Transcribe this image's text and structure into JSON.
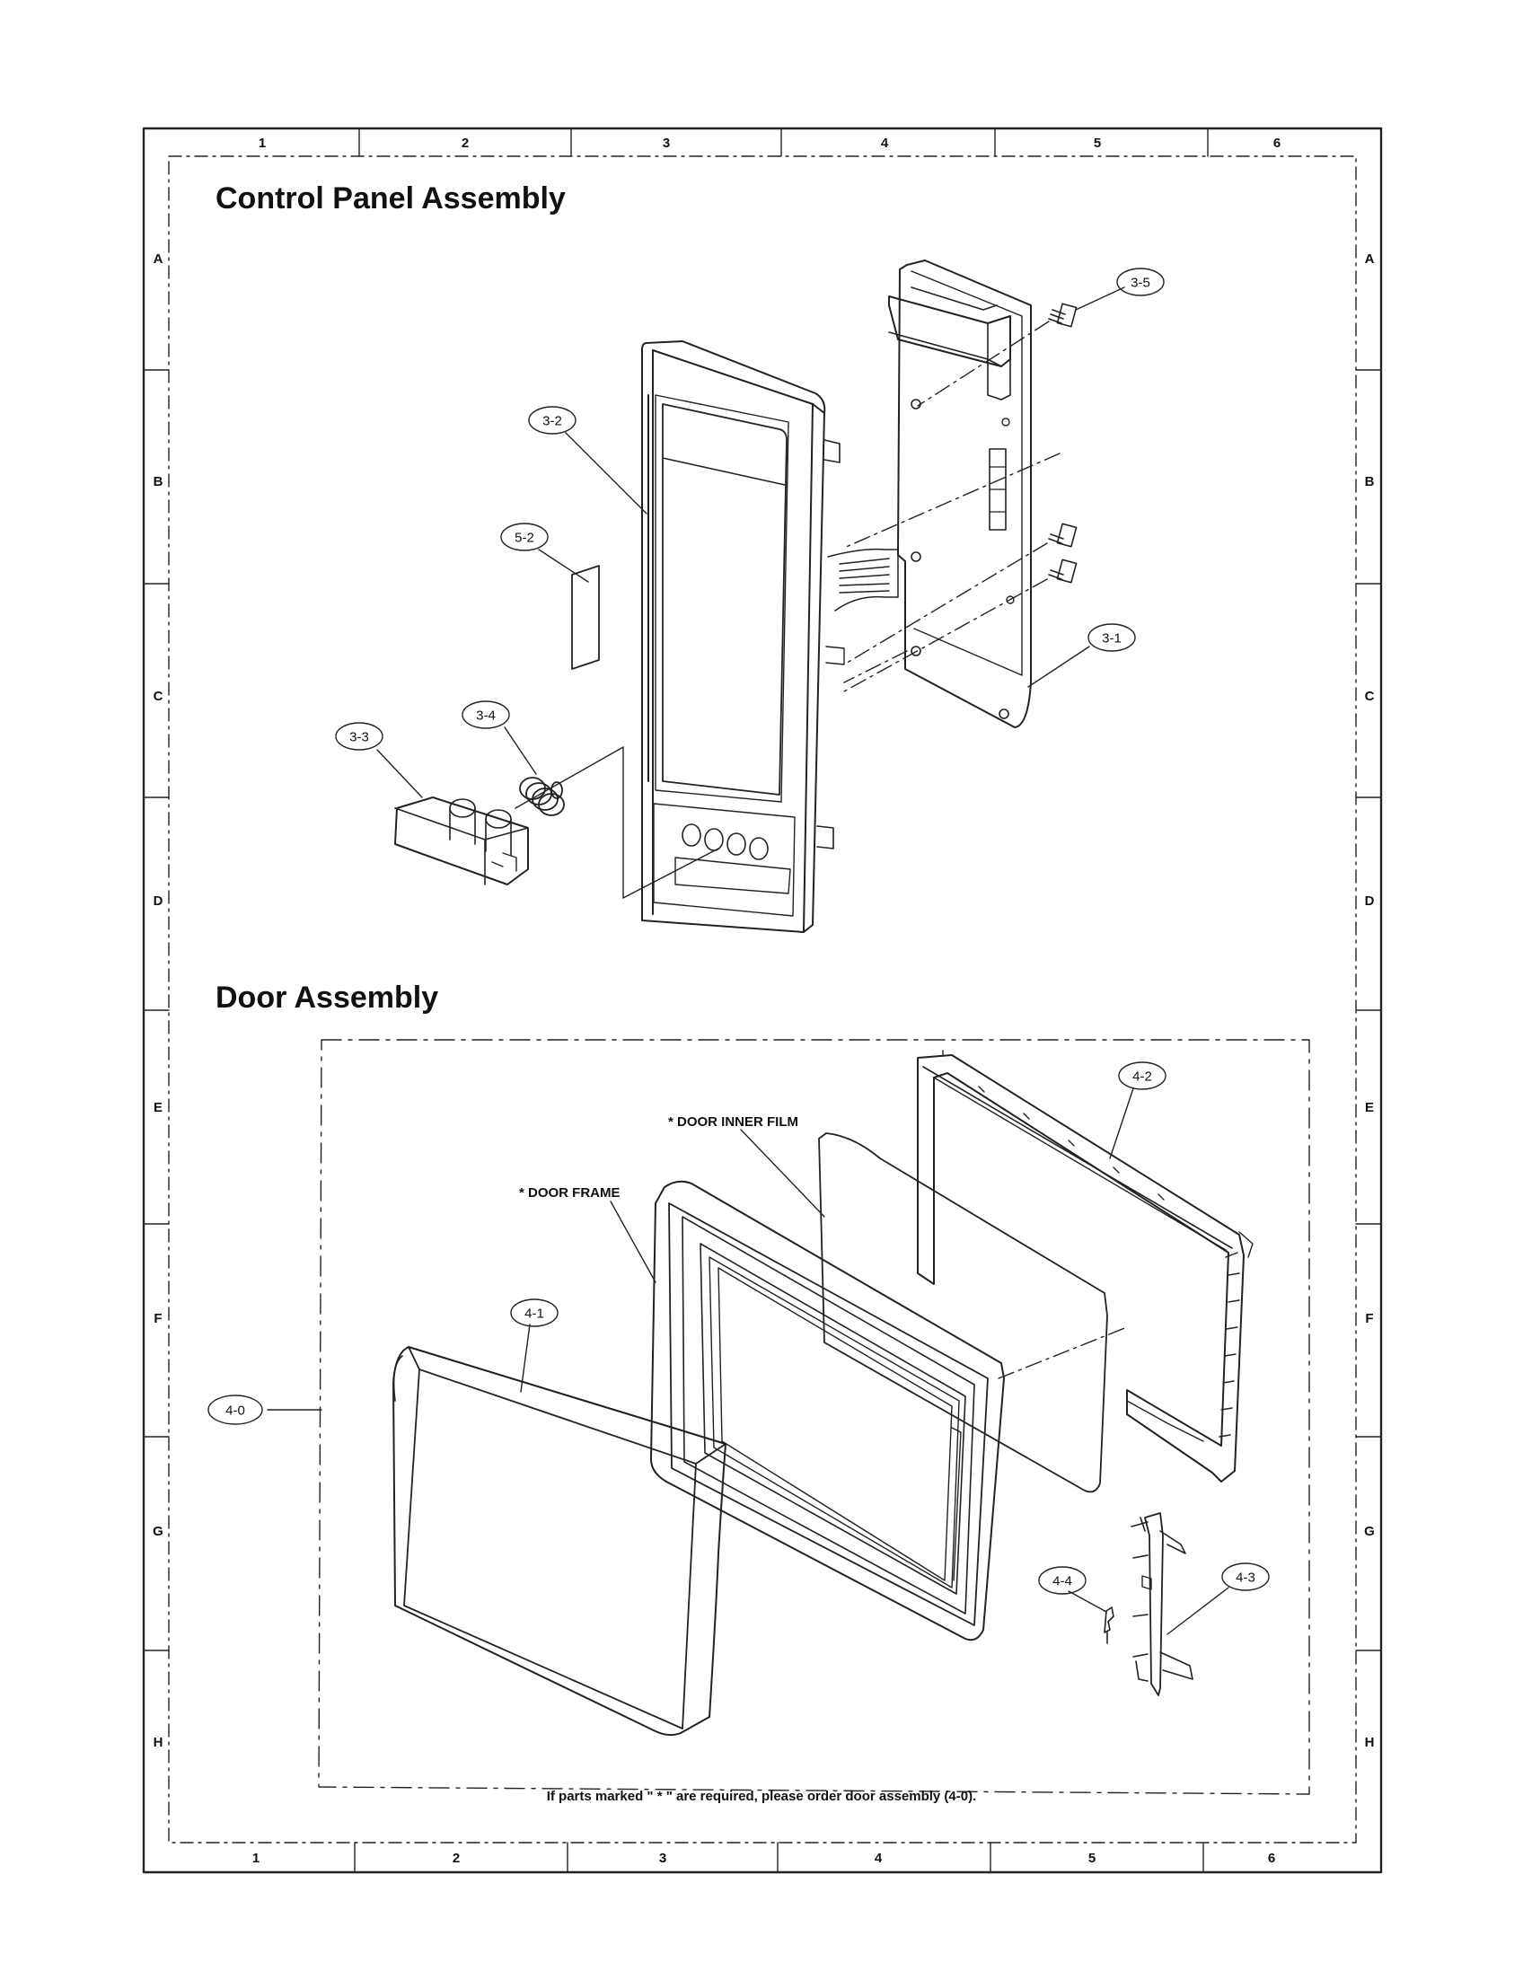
{
  "sections": {
    "control_panel_title": "Control Panel Assembly",
    "door_title": "Door Assembly"
  },
  "grid": {
    "columns": [
      "1",
      "2",
      "3",
      "4",
      "5",
      "6"
    ],
    "rows": [
      "A",
      "B",
      "C",
      "D",
      "E",
      "F",
      "G",
      "H"
    ]
  },
  "parts": {
    "p3_1": "3-1",
    "p3_2": "3-2",
    "p3_3": "3-3",
    "p3_4": "3-4",
    "p3_5": "3-5",
    "p5_2": "5-2",
    "p4_0": "4-0",
    "p4_1": "4-1",
    "p4_2": "4-2",
    "p4_3": "4-3",
    "p4_4": "4-4"
  },
  "labels": {
    "door_inner_film": "* DOOR INNER FILM",
    "door_frame": "* DOOR FRAME"
  },
  "footnote": "If parts marked \" * \" are required, please order door assembly (4-0)."
}
